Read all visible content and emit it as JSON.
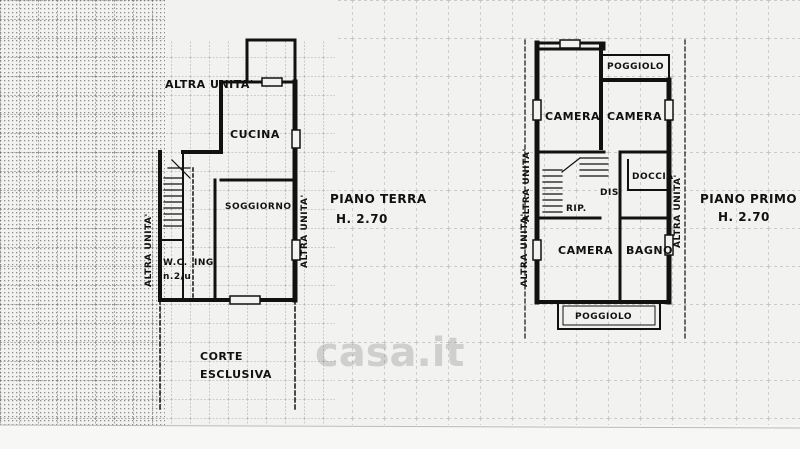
{
  "colors": {
    "paper": "#f2f2f0",
    "ink": "#1a1a1a",
    "grid": "#9a9a9a"
  },
  "ground_floor": {
    "title": "PIANO TERRA",
    "height": "H. 2.70",
    "rooms": {
      "altra_unita_top": "ALTRA UNITA'",
      "cucina": "CUCINA",
      "soggiorno": "SOGGIORNO",
      "wc": "W.C.",
      "ing": "ING",
      "note": "n.2/u",
      "altra_unita_left": "ALTRA UNITA'",
      "altra_unita_right": "ALTRA UNITA'",
      "corte": "CORTE",
      "esclusiva": "ESCLUSIVA"
    }
  },
  "first_floor": {
    "title": "PIANO PRIMO",
    "height": "H. 2.70",
    "rooms": {
      "poggiolo_top": "POGGIOLO",
      "camera_1": "CAMERA",
      "camera_2": "CAMERA",
      "doccia": "DOCCIA",
      "dis": "DIS.",
      "rip": "RIP.",
      "camera_3": "CAMERA",
      "bagno": "BAGNO",
      "poggiolo_bottom": "POGGIOLO",
      "altra_unita_left": "ALTRA UNITA'",
      "altra_unita_right_1": "ALTRA UNITA'",
      "altra_unita_right_2": "ALTRA UNITA'"
    }
  },
  "watermark": "casa.it"
}
